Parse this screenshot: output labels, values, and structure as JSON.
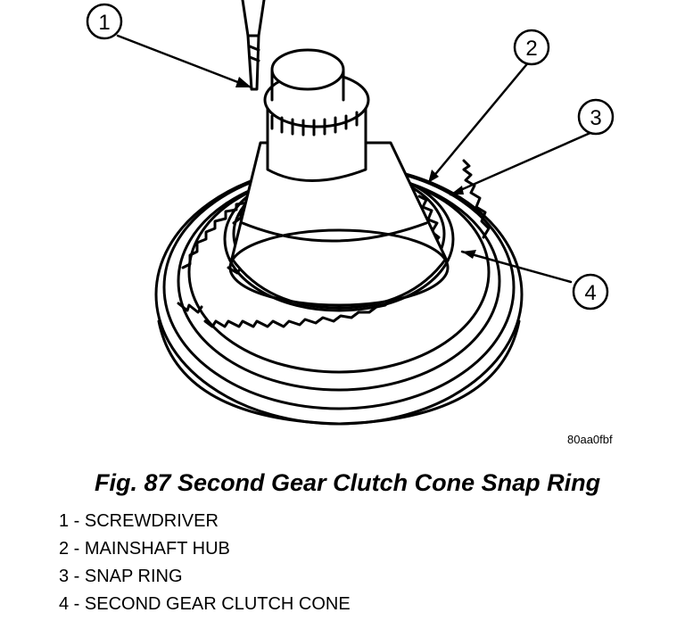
{
  "figure": {
    "code": "80aa0fbf",
    "caption": "Fig. 87 Second Gear Clutch Cone Snap Ring"
  },
  "callouts": [
    {
      "number": "1"
    },
    {
      "number": "2"
    },
    {
      "number": "3"
    },
    {
      "number": "4"
    }
  ],
  "legend": [
    {
      "text": "1 - SCREWDRIVER"
    },
    {
      "text": "2 - MAINSHAFT HUB"
    },
    {
      "text": "3 - SNAP RING"
    },
    {
      "text": "4 - SECOND GEAR CLUTCH CONE"
    }
  ]
}
